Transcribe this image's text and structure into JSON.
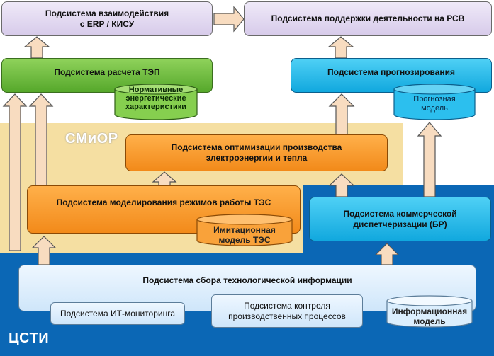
{
  "regions": {
    "smior_label": "СМиОР",
    "csti_label": "ЦСТИ"
  },
  "boxes": {
    "erp": "Подсистема взаимодействия\nс ERP / КИСУ",
    "rsv": "Подсистема поддержки деятельности на РСВ",
    "tep": "Подсистема расчета ТЭП",
    "forecast": "Подсистема прогнозирования",
    "optim": "Подсистема оптимизации производства\nэлектроэнергии и тепла",
    "model": "Подсистема моделирования режимов работы ТЭС",
    "commercial": "Подсистема коммерческой\nдиспетчеризации (БР)",
    "collection": "Подсистема сбора технологической информации",
    "it_monitoring": "Подсистема ИТ-мониторинга",
    "process_control": "Подсистема контроля\nпроизводственных процессов"
  },
  "cylinders": {
    "norm": "Нормативные\nэнергетические\nхарактеристики",
    "forecast_model": "Прогнозная\nмодель",
    "sim_model": "Имитационная\nмодель ТЭС",
    "info_model": "Информационная\nмодель"
  },
  "colors": {
    "smior_bg": "#f5dfa2",
    "csti_bg": "#0b67b5",
    "green": "#6cbf3f",
    "blue": "#1fb7e8",
    "orange": "#f7971e",
    "purple": "#e1d6f0"
  }
}
